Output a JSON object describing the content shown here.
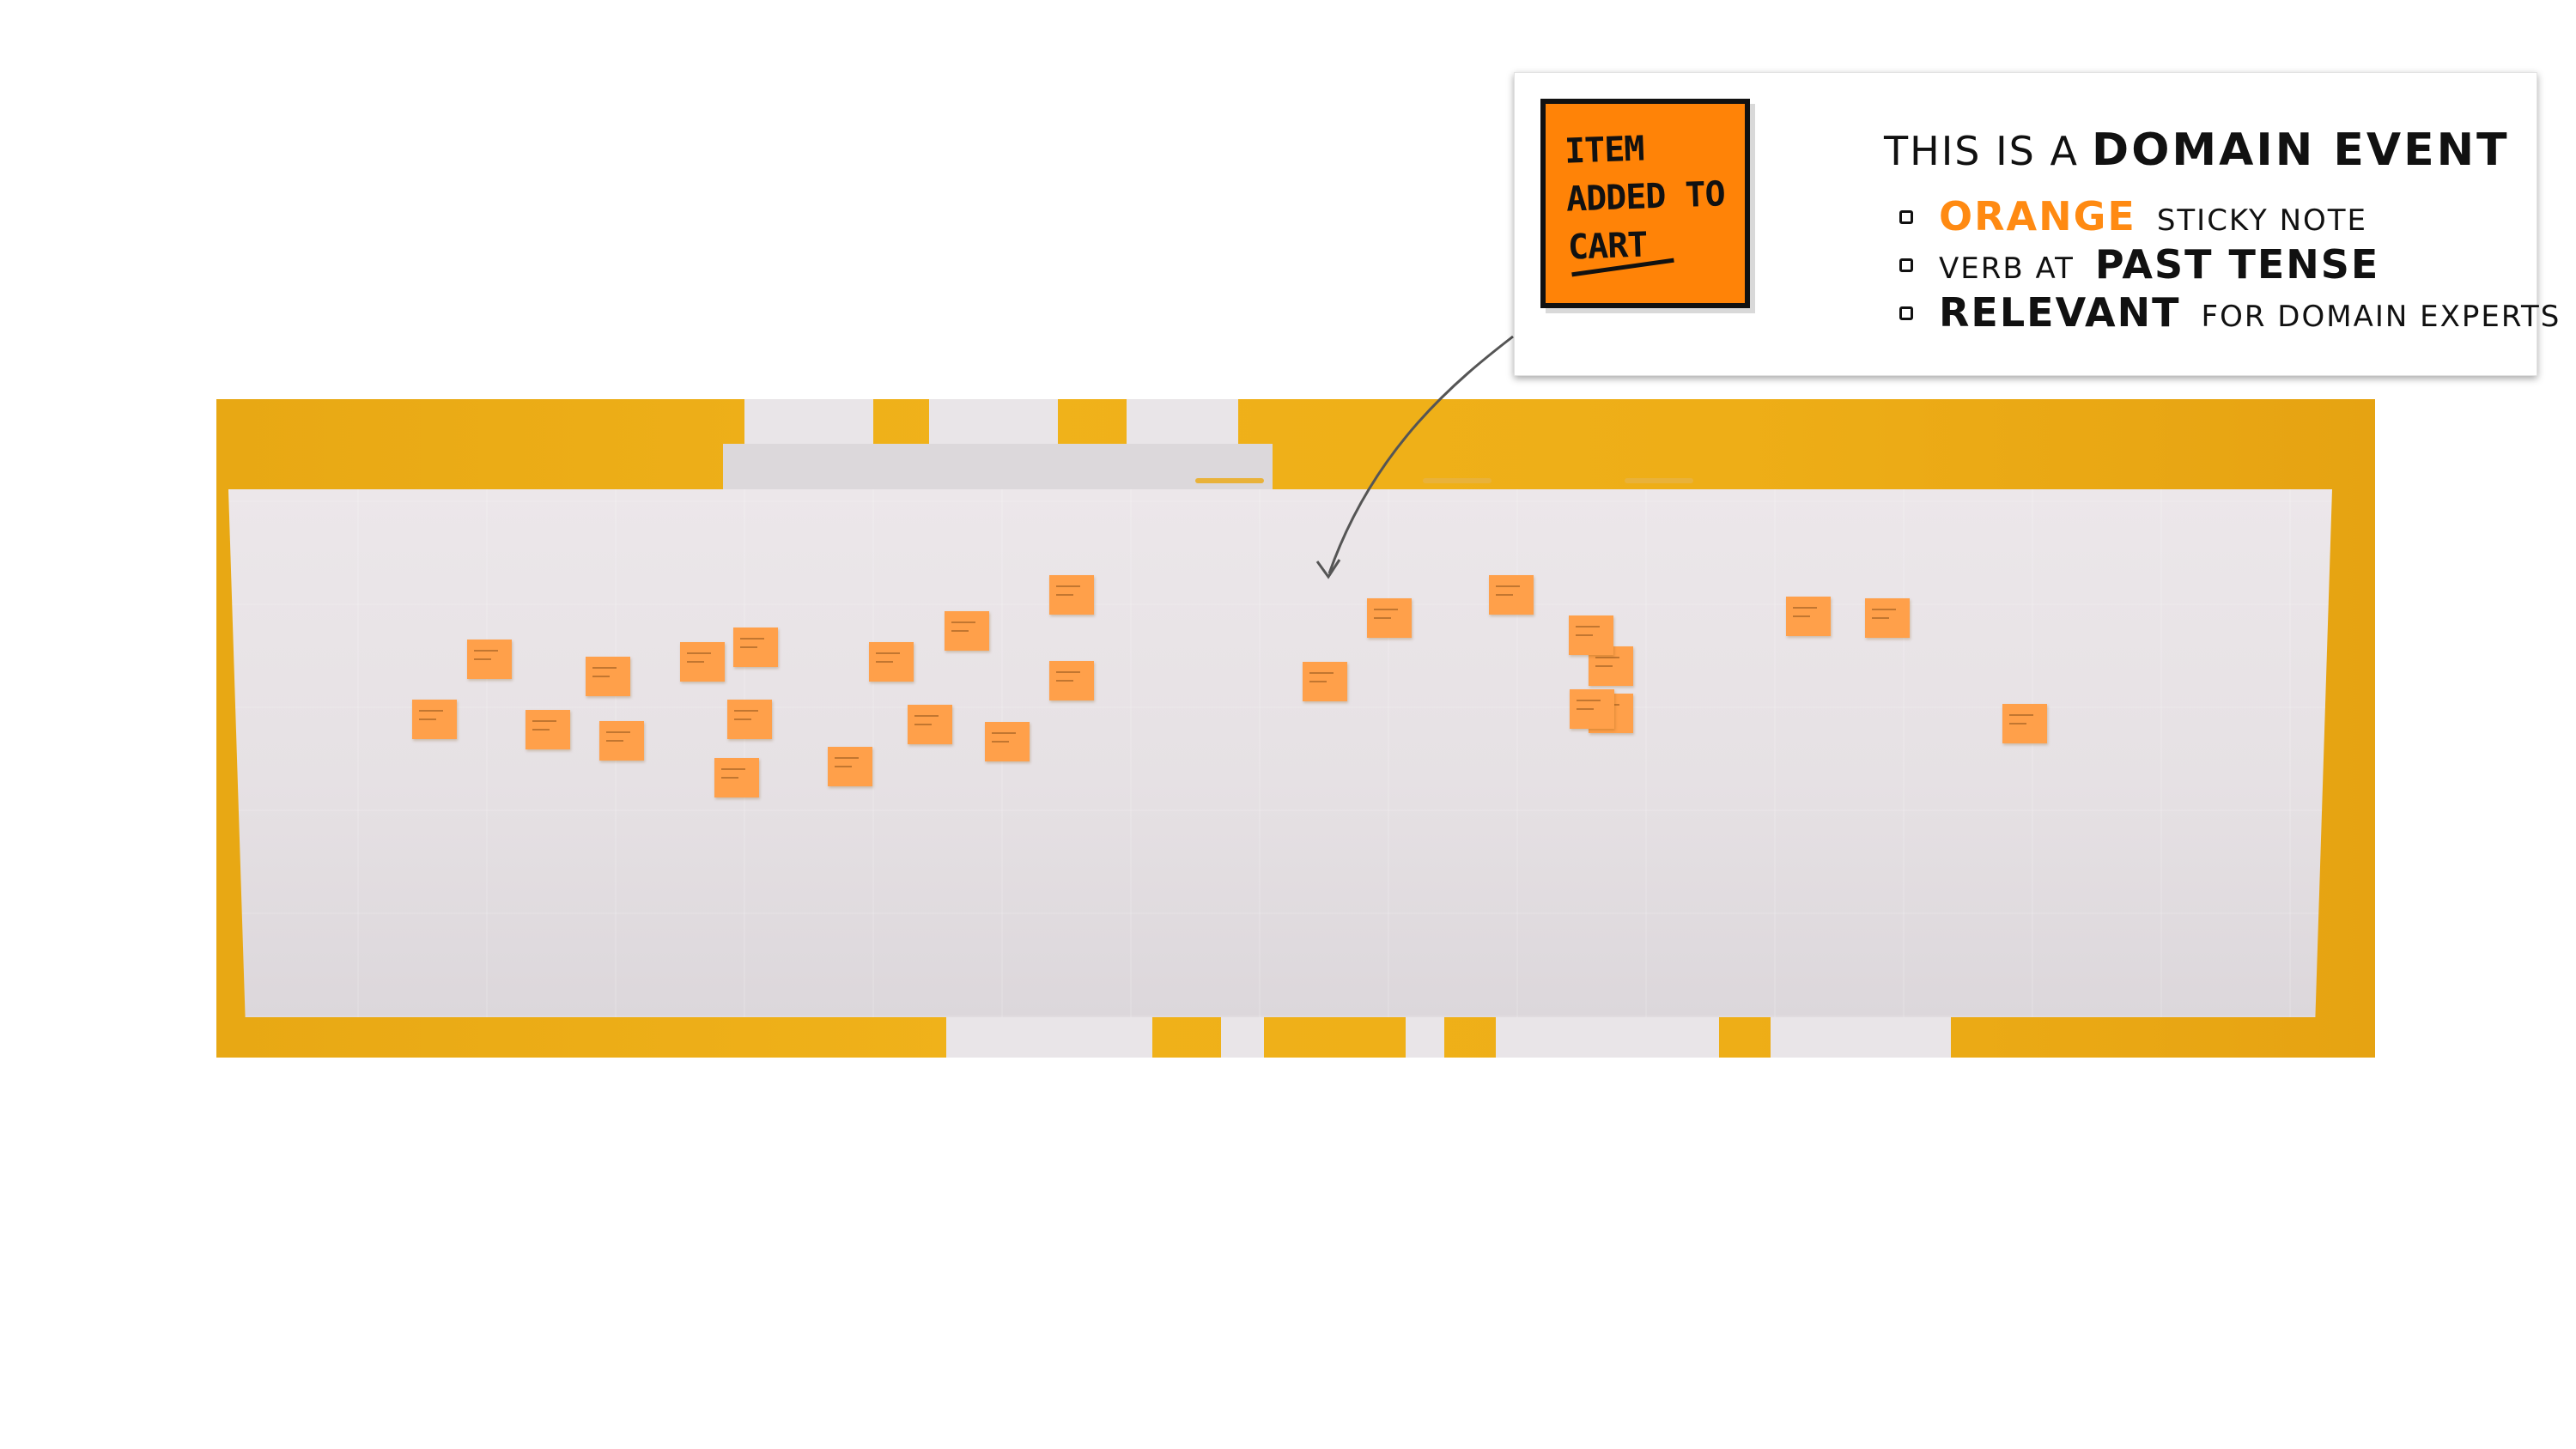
{
  "callout": {
    "sticky_note": {
      "lines": [
        "ITEM",
        "ADDED TO",
        "CART"
      ],
      "color": "#ff8307"
    },
    "heading": {
      "prefix": "THIS IS A",
      "term": "DOMAIN EVENT"
    },
    "bullets": [
      {
        "strong": "ORANGE",
        "rest": "STICKY NOTE",
        "strong_color": "#ff8a12"
      },
      {
        "lead": "VERB AT",
        "strong": "PAST TENSE"
      },
      {
        "strong": "RELEVANT",
        "rest": "FOR DOMAIN EXPERTS"
      }
    ]
  },
  "photo": {
    "wall_color": "#f0b21a",
    "paper_color": "#e9e4e7",
    "sticky_color": "#ffa04a",
    "sticky_note_count": 26
  }
}
